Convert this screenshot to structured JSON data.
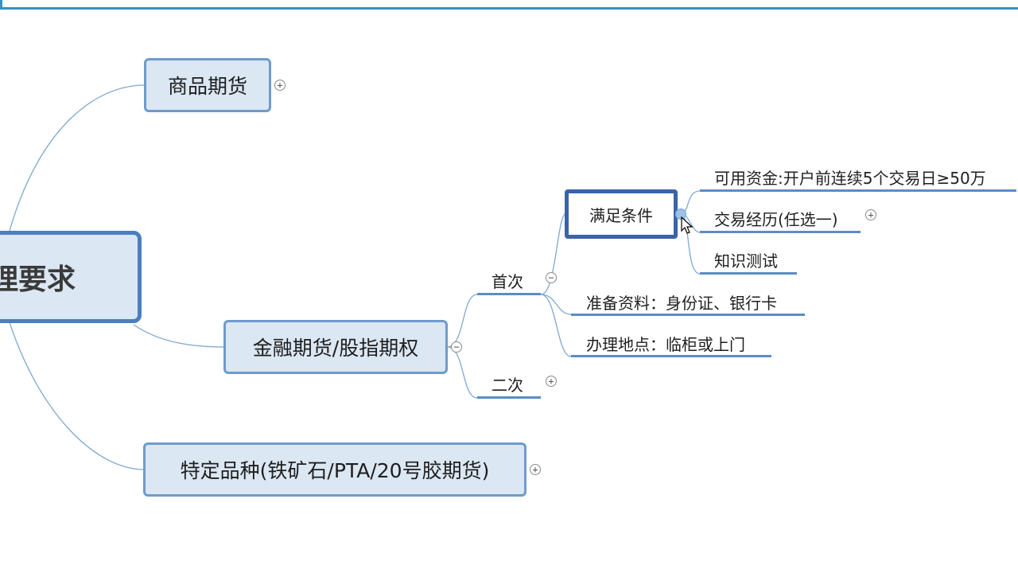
{
  "mindmap": {
    "root": {
      "label": "理要求"
    },
    "branches": {
      "commodity": {
        "label": "商品期货",
        "toggle": "+"
      },
      "financial": {
        "label": "金融期货/股指期权",
        "toggle": "−"
      },
      "special": {
        "label": "特定品种(铁矿石/PTA/20号胶期货)",
        "toggle": "+"
      }
    },
    "financial_children": {
      "first": {
        "label": "首次",
        "toggle": "−"
      },
      "second": {
        "label": "二次",
        "toggle": "+"
      }
    },
    "first_children": {
      "conditions": {
        "label": "满足条件"
      },
      "materials": {
        "label": "准备资料：身份证、银行卡"
      },
      "location": {
        "label": "办理地点：临柜或上门"
      }
    },
    "condition_children": {
      "funds": {
        "label": "可用资金:开户前连续5个交易日≥50万"
      },
      "experience": {
        "label": "交易经历(任选一)",
        "toggle": "+"
      },
      "knowledge": {
        "label": "知识测试"
      }
    }
  },
  "colors": {
    "accent": "#3a8fc4",
    "node_fill": "#dbe7f3",
    "node_border": "#6f9bcb",
    "selected_border": "#3a64a8",
    "underline": "#5b8cc6",
    "connector": "#7fa9cf"
  }
}
